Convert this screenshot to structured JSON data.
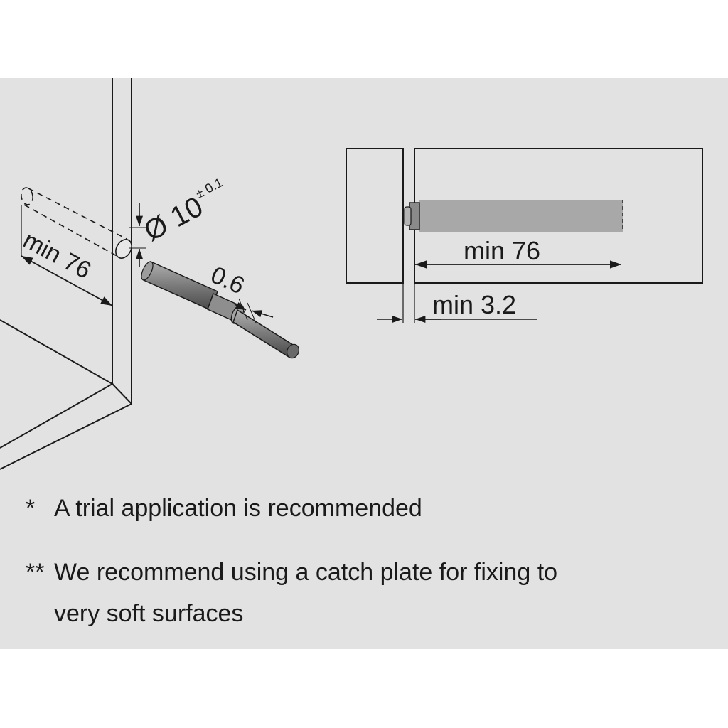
{
  "diagram": {
    "left_view": {
      "depth_label": "min 76",
      "diameter_symbol": "Ø",
      "diameter_value": "10",
      "diameter_tolerance": "± 0.1",
      "projection_label": "0.6"
    },
    "right_view": {
      "depth_label": "min 76",
      "panel_gap_label": "min 3.2"
    }
  },
  "notes": {
    "note1_marker": "*",
    "note1_text": "A trial application is recommended",
    "note2_marker": "**",
    "note2_line1": "We recommend using a catch plate for fixing to",
    "note2_line2": "very soft surfaces"
  },
  "colors": {
    "background": "#e2e2e2",
    "line": "#1a1a1a",
    "bore": "#a8a8a8",
    "device": "#909090"
  }
}
